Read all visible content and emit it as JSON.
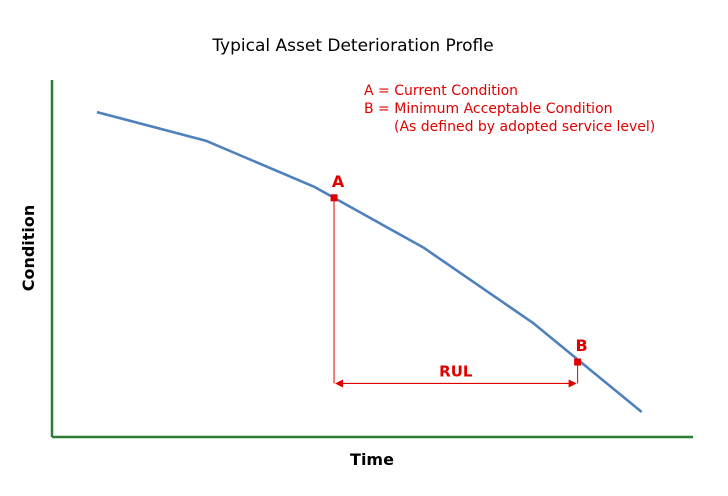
{
  "chart_data": {
    "type": "line",
    "title": "Typical Asset Deterioration Profle",
    "xlabel": "Time",
    "ylabel": "Condition",
    "grid": false,
    "legend_position": "top-right",
    "xlim": [
      0,
      100
    ],
    "ylim": [
      0,
      100
    ],
    "series": [
      {
        "name": "",
        "color": "#4f81bd",
        "points": [
          {
            "x": 7,
            "y": 91
          },
          {
            "x": 24,
            "y": 83
          },
          {
            "x": 41,
            "y": 70
          },
          {
            "x": 58,
            "y": 53
          },
          {
            "x": 75,
            "y": 32
          },
          {
            "x": 92,
            "y": 7
          }
        ]
      }
    ],
    "markers": [
      {
        "label": "A",
        "x": 44,
        "y": 67,
        "color": "#e00000"
      },
      {
        "label": "B",
        "x": 82,
        "y": 21,
        "color": "#e00000"
      }
    ],
    "legend": [
      {
        "text": "A = Current Condition",
        "indent": false
      },
      {
        "text": "B = Minimum Acceptable Condition",
        "indent": false
      },
      {
        "text": "(As defined by adopted service level)",
        "indent": true
      }
    ],
    "span": {
      "label": "RUL",
      "from": "A",
      "to": "B",
      "y": 15
    },
    "colors": {
      "axis": "#2e7d32",
      "accent": "#e00000",
      "text": "#000000"
    }
  }
}
